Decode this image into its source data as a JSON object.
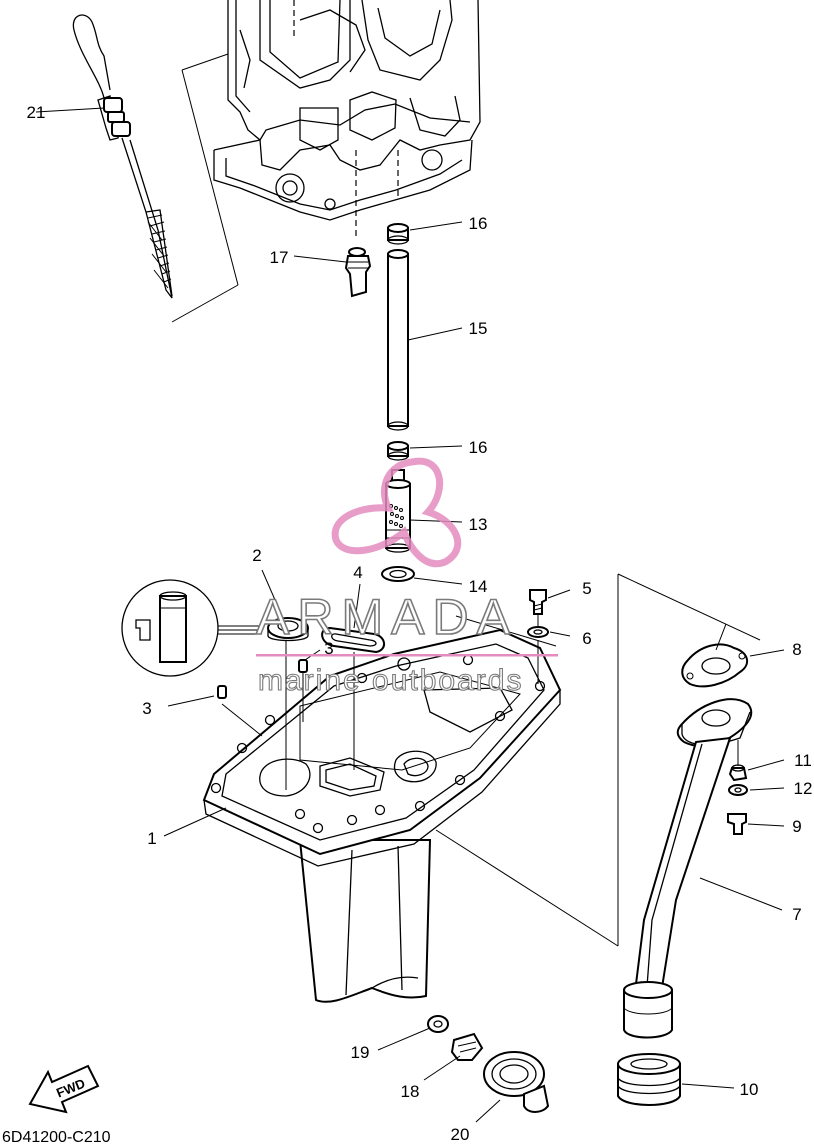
{
  "diagram_code": "6D41200-C210",
  "direction_arrow_label": "FWD",
  "watermark": {
    "brand": "ARMADA",
    "tagline": "marine outboards",
    "color": "#e48cc0"
  },
  "callouts": [
    {
      "id": "c1",
      "number": "1"
    },
    {
      "id": "c2",
      "number": "2"
    },
    {
      "id": "c3a",
      "number": "3"
    },
    {
      "id": "c3b",
      "number": "3"
    },
    {
      "id": "c4",
      "number": "4"
    },
    {
      "id": "c5",
      "number": "5"
    },
    {
      "id": "c6",
      "number": "6"
    },
    {
      "id": "c7",
      "number": "7"
    },
    {
      "id": "c8",
      "number": "8"
    },
    {
      "id": "c9",
      "number": "9"
    },
    {
      "id": "c10",
      "number": "10"
    },
    {
      "id": "c11",
      "number": "11"
    },
    {
      "id": "c12",
      "number": "12"
    },
    {
      "id": "c13",
      "number": "13"
    },
    {
      "id": "c14",
      "number": "14"
    },
    {
      "id": "c15",
      "number": "15"
    },
    {
      "id": "c16a",
      "number": "16"
    },
    {
      "id": "c16b",
      "number": "16"
    },
    {
      "id": "c17",
      "number": "17"
    },
    {
      "id": "c18",
      "number": "18"
    },
    {
      "id": "c19",
      "number": "19"
    },
    {
      "id": "c20",
      "number": "20"
    },
    {
      "id": "c21",
      "number": "21"
    }
  ]
}
